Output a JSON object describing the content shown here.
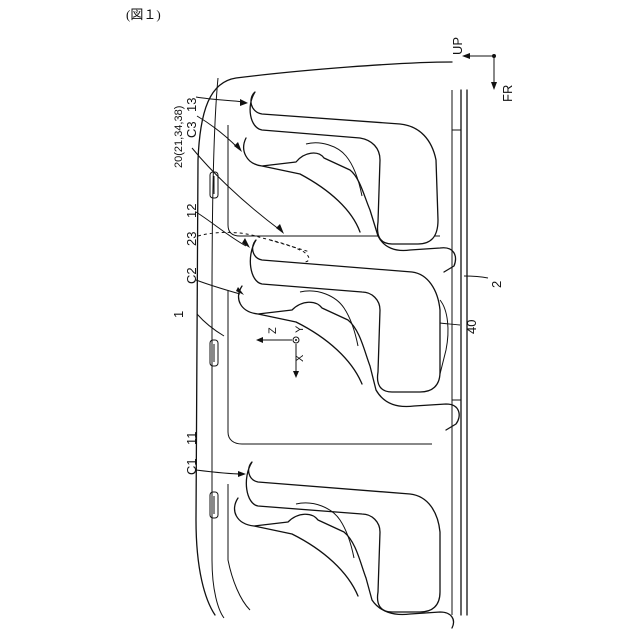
{
  "caption": "(図１)",
  "direction": {
    "up": "UP",
    "fr": "FR"
  },
  "axes": {
    "z": "Z",
    "y": "Y",
    "x": "X"
  },
  "labels": {
    "vehicle": "1",
    "floor": "2",
    "seat_front": "11",
    "seat_middle": "12",
    "seat_rear": "13",
    "airbag": "20(21,34,38)",
    "airbag_inflated": "23",
    "console": "40",
    "occupant_front": "C1",
    "occupant_middle": "C2",
    "occupant_rear": "C3"
  }
}
